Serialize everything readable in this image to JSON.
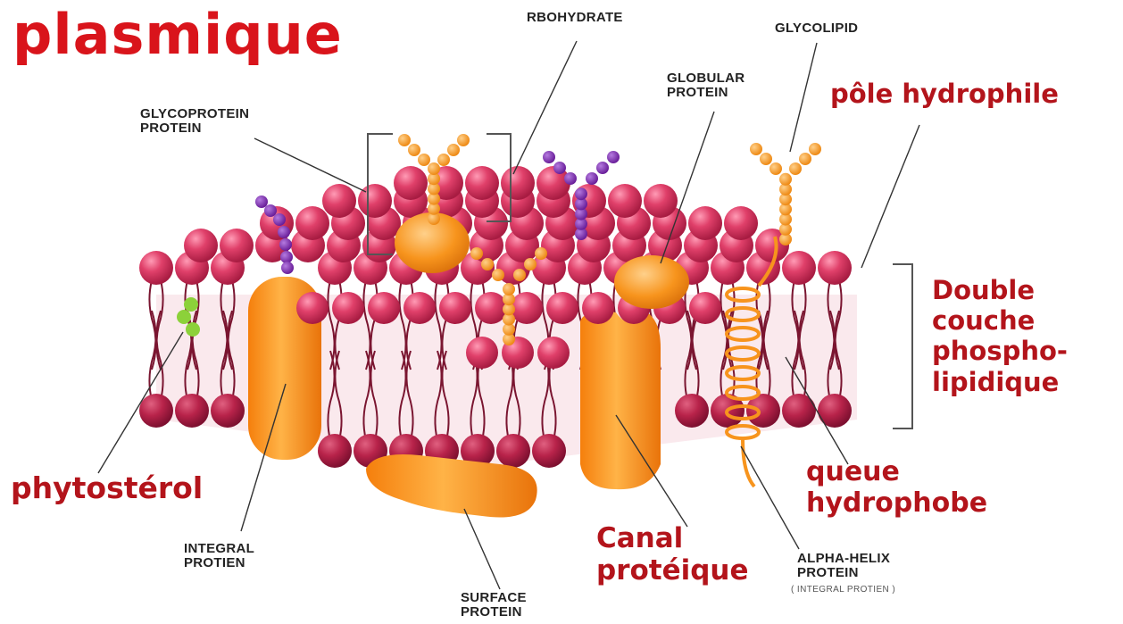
{
  "title": "plasmique",
  "colors": {
    "title": "#d9141b",
    "french_label": "#b3141b",
    "english_label": "#222222",
    "phospholipid_head": "#e0406a",
    "phospholipid_head_dark": "#b8234a",
    "protein": "#f7941d",
    "carbohydrate_chain": "#f7a23b",
    "glycolipid_chain": "#7b2ba8",
    "phytosterol": "#8cd13a"
  },
  "labels_en": {
    "carbohydrate": "RBOHYDRATE",
    "glycolipid": "GLYCOLIPID",
    "globular_protein": "GLOBULAR\nPROTEIN",
    "glycoprotein": "GLYCOPROTEIN\nPROTEIN",
    "integral_protein": "INTEGRAL\nPROTIEN",
    "surface_protein": "SURFACE\nPROTEIN",
    "alpha_helix": "ALPHA-HELIX\nPROTEIN",
    "alpha_helix_note": "( INTEGRAL PROTIEN )"
  },
  "labels_fr": {
    "pole_hydrophile": "pôle hydrophile",
    "double_couche": "Double\ncouche\nphospho-\nlipidique",
    "queue_hydrophobe": "queue\nhydrophobe",
    "phytosterol": "phytostérol",
    "canal_proteique": "Canal\nprotéique"
  }
}
